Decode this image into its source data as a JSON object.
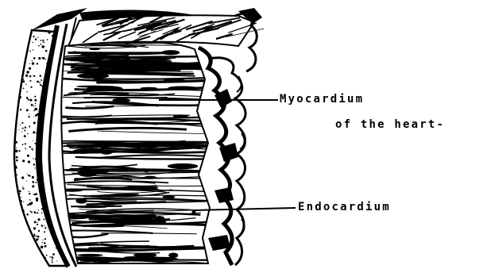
{
  "labels": {
    "myocardium_line1": "Myocardium",
    "myocardium_line2": "of the heart-",
    "endocardium": "Endocardium"
  },
  "colors": {
    "ink": "#000000",
    "paper": "#ffffff"
  }
}
